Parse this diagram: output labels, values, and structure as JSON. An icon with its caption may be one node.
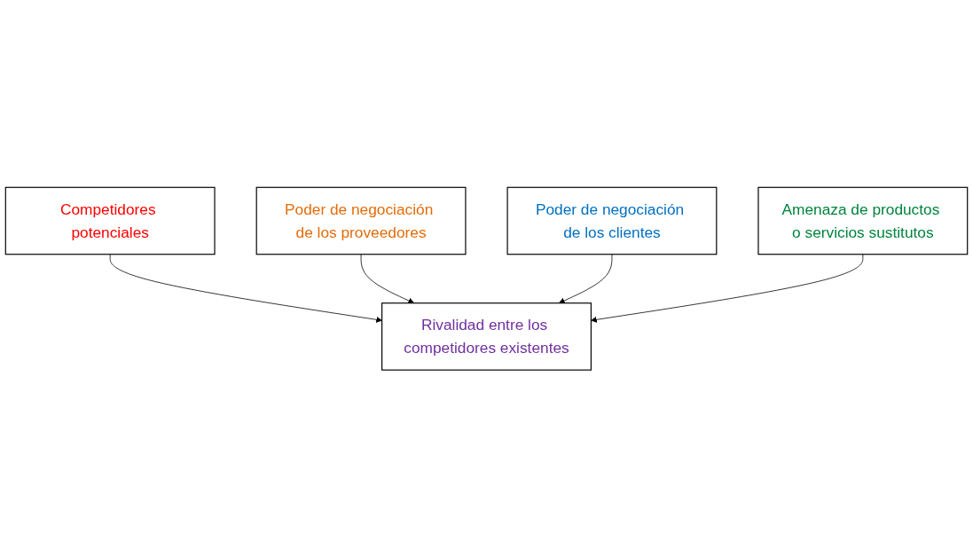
{
  "diagram": {
    "nodes": [
      {
        "text": [
          "Competidores potenciales"
        ]
      },
      {
        "text": [
          "Poder de negociación de los proveedores"
        ]
      },
      {
        "text": [
          "Rivalidad entre los competidores existentes"
        ]
      },
      {
        "text": [
          "Poder de negociación de los clientes"
        ]
      },
      {
        "text": [
          "Amenaza de productos o servicios sustitutos"
        ]
      }
    ],
    "edges": [
      {
        "from": 0,
        "to": 2,
        "arrow": "to"
      },
      {
        "from": 1,
        "to": 2,
        "arrow": "to"
      },
      {
        "from": 3,
        "to": 2,
        "arrow": "to"
      },
      {
        "from": 4,
        "to": 2,
        "arrow": "to"
      }
    ]
  }
}
